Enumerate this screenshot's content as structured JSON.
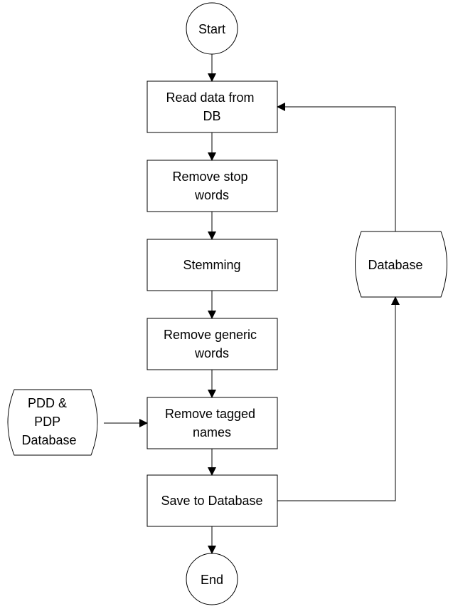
{
  "start": {
    "label": "Start"
  },
  "end": {
    "label": "End"
  },
  "steps": [
    {
      "lines": [
        "Read data from",
        "DB"
      ]
    },
    {
      "lines": [
        "Remove stop",
        "words"
      ]
    },
    {
      "lines": [
        "Stemming"
      ]
    },
    {
      "lines": [
        "Remove generic",
        "words"
      ]
    },
    {
      "lines": [
        "Remove tagged",
        "names"
      ]
    },
    {
      "lines": [
        "Save to Database"
      ]
    }
  ],
  "databases": {
    "main": {
      "lines": [
        "Database"
      ]
    },
    "pdd_pdp": {
      "lines": [
        "PDD &",
        "PDP",
        "Database"
      ]
    }
  }
}
